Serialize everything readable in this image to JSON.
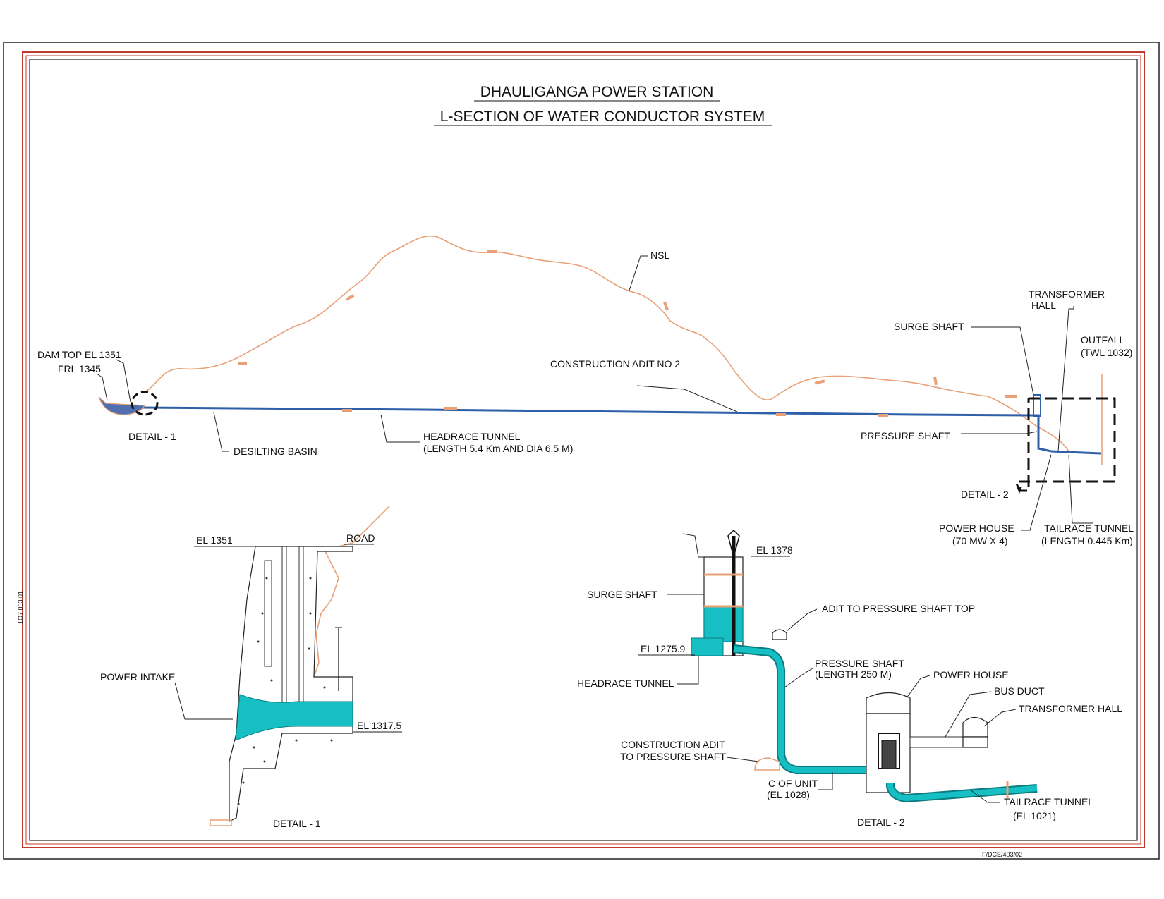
{
  "title": {
    "line1": "DHAULIGANGA POWER STATION",
    "line2": "L-SECTION OF WATER CONDUCTOR SYSTEM"
  },
  "colors": {
    "ground_line": "#e8a077",
    "tunnel": "#2f5fa8",
    "water": "#16bfc4",
    "frame_red": "#c0392b"
  },
  "l_section": {
    "dam_top": "DAM TOP EL 1351",
    "frl": "FRL 1345",
    "detail1_ref": "DETAIL - 1",
    "desilting_basin": "DESILTING BASIN",
    "headrace_tunnel": "HEADRACE TUNNEL",
    "headrace_spec": "(LENGTH 5.4 Km AND DIA 6.5 M)",
    "construction_adit": "CONSTRUCTION ADIT NO 2",
    "nsl": "NSL",
    "surge_shaft": "SURGE SHAFT",
    "transformer_hall_1": "TRANSFORMER",
    "transformer_hall_2": "HALL",
    "outfall": "OUTFALL",
    "twl": "(TWL 1032)",
    "pressure_shaft": "PRESSURE SHAFT",
    "detail2_ref": "DETAIL - 2",
    "power_house": "POWER HOUSE",
    "power_house_spec": "(70 MW X 4)",
    "tailrace_tunnel": "TAILRACE TUNNEL",
    "tailrace_spec": "(LENGTH 0.445 Km)"
  },
  "detail1": {
    "el_1351": "EL 1351",
    "road": "ROAD",
    "power_intake": "POWER INTAKE",
    "el_1317": "EL 1317.5",
    "caption": "DETAIL - 1"
  },
  "detail2": {
    "el_1378": "EL 1378",
    "surge_shaft": "SURGE SHAFT",
    "adit_top": "ADIT TO PRESSURE SHAFT TOP",
    "el_1275": "EL 1275.9",
    "headrace_tunnel": "HEADRACE TUNNEL",
    "pressure_shaft": "PRESSURE SHAFT",
    "pressure_shaft_len": "(LENGTH 250 M)",
    "power_house": "POWER HOUSE",
    "bus_duct": "BUS DUCT",
    "transformer_hall": "TRANSFORMER HALL",
    "construction_adit_1": "CONSTRUCTION ADIT",
    "construction_adit_2": "TO PRESSURE SHAFT",
    "cl_unit": "C OF UNIT",
    "cl_unit_el": "(EL 1028)",
    "tailrace_tunnel": "TAILRACE TUNNEL",
    "tailrace_el": "(EL 1021)",
    "caption": "DETAIL - 2"
  },
  "drawing_refs": {
    "side_code": "1O7.003.01",
    "bottom_code": "F/DCE/403/02"
  }
}
